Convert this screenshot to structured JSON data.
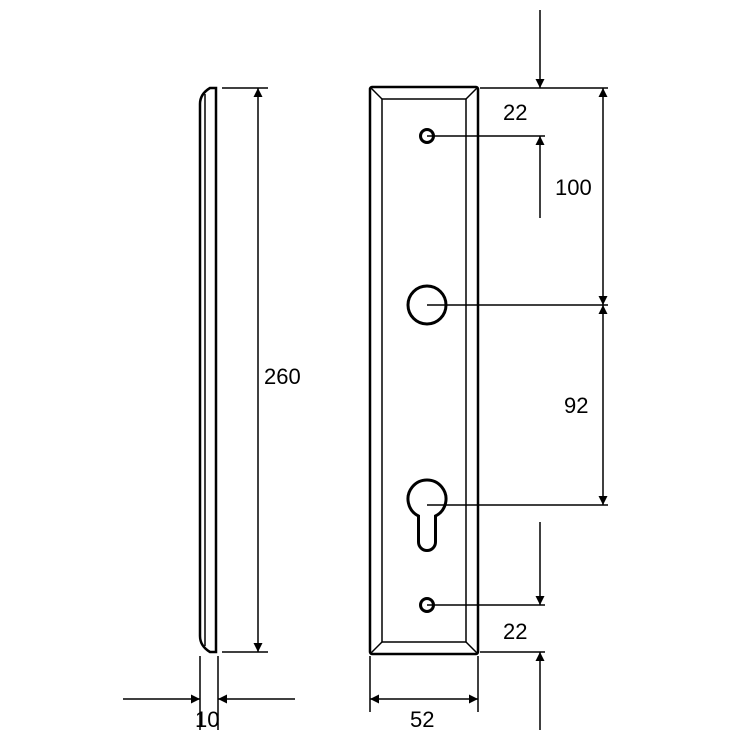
{
  "dimensions": {
    "height_total": "260",
    "thickness": "10",
    "width": "52",
    "top_offset": "22",
    "hole_to_handle": "100",
    "handle_to_cylinder": "92",
    "bottom_offset": "22"
  },
  "colors": {
    "stroke": "#000000",
    "background": "#ffffff"
  }
}
